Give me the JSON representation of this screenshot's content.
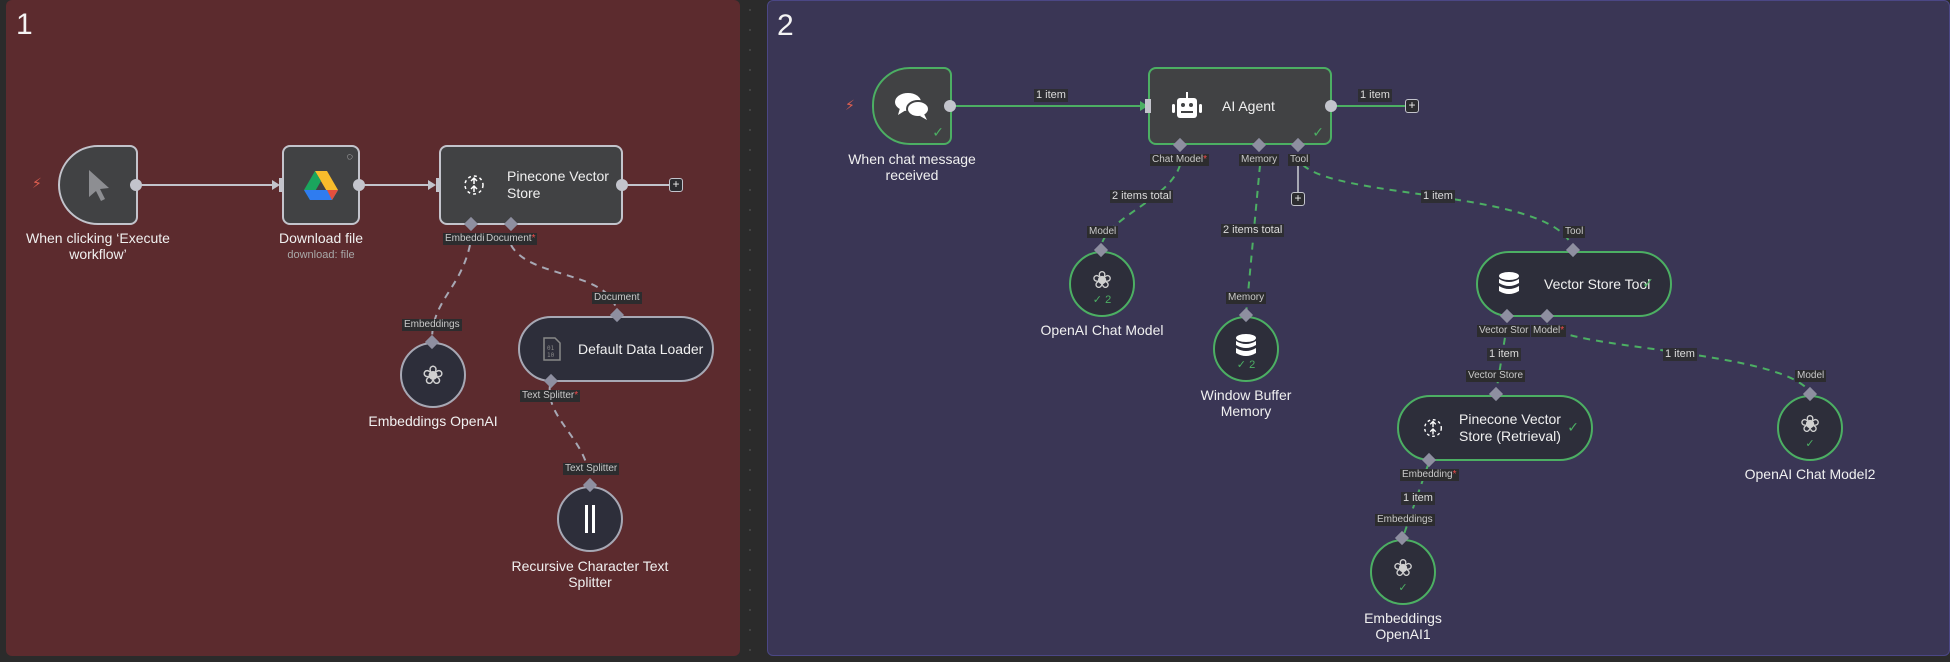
{
  "stickies": [
    {
      "title": "1",
      "color": "#5c2b2e"
    },
    {
      "title": "2",
      "color": "#3a3655"
    }
  ],
  "workflow1": {
    "trigger": {
      "name": "When clicking ‘Execute workflow’",
      "icon": "cursor-icon"
    },
    "download": {
      "name": "Download file",
      "subtitle": "download: file",
      "icon": "google-drive-icon"
    },
    "pinecone": {
      "name": "Pinecone Vector Store",
      "icon": "pinecone-icon",
      "inputs": [
        "Embeddi",
        "Document"
      ]
    },
    "embeddings": {
      "name": "Embeddings OpenAI",
      "icon": "openai-icon",
      "port": "Embeddings"
    },
    "loader": {
      "name": "Default Data Loader",
      "icon": "binary-file-icon",
      "port": "Document",
      "output": "Text Splitter"
    },
    "splitter": {
      "name": "Recursive Character Text Splitter",
      "icon": "splitter-icon",
      "port": "Text Splitter"
    }
  },
  "workflow2": {
    "trigger": {
      "name": "When chat message received",
      "icon": "chat-icon"
    },
    "agent": {
      "name": "AI Agent",
      "icon": "robot-icon",
      "inputs": [
        "Chat Model",
        "Memory",
        "Tool"
      ]
    },
    "chatModel": {
      "name": "OpenAI Chat Model",
      "port": "Model",
      "runs": "2"
    },
    "memory": {
      "name": "Window Buffer Memory",
      "port": "Memory",
      "runs": "2"
    },
    "vectorTool": {
      "name": "Vector Store Tool",
      "port": "Tool",
      "inputs": [
        "Vector Stor",
        "Model"
      ]
    },
    "pineRetrieval": {
      "name": "Pinecone Vector Store (Retrieval)",
      "port": "Vector Store",
      "input": "Embedding"
    },
    "embeddings1": {
      "name": "Embeddings OpenAI1",
      "port": "Embeddings"
    },
    "chatModel2": {
      "name": "OpenAI Chat Model2",
      "port": "Model"
    },
    "edges": {
      "trigger_agent": "1 item",
      "agent_out": "1 item",
      "model": "2 items total",
      "memory": "2 items total",
      "tool": "1 item",
      "vectorstore": "1 item",
      "model2": "1 item",
      "embeddings": "1 item"
    }
  },
  "colors": {
    "success": "#4caf63",
    "edge": "#c3c4cc",
    "required": "#f04a4a"
  }
}
